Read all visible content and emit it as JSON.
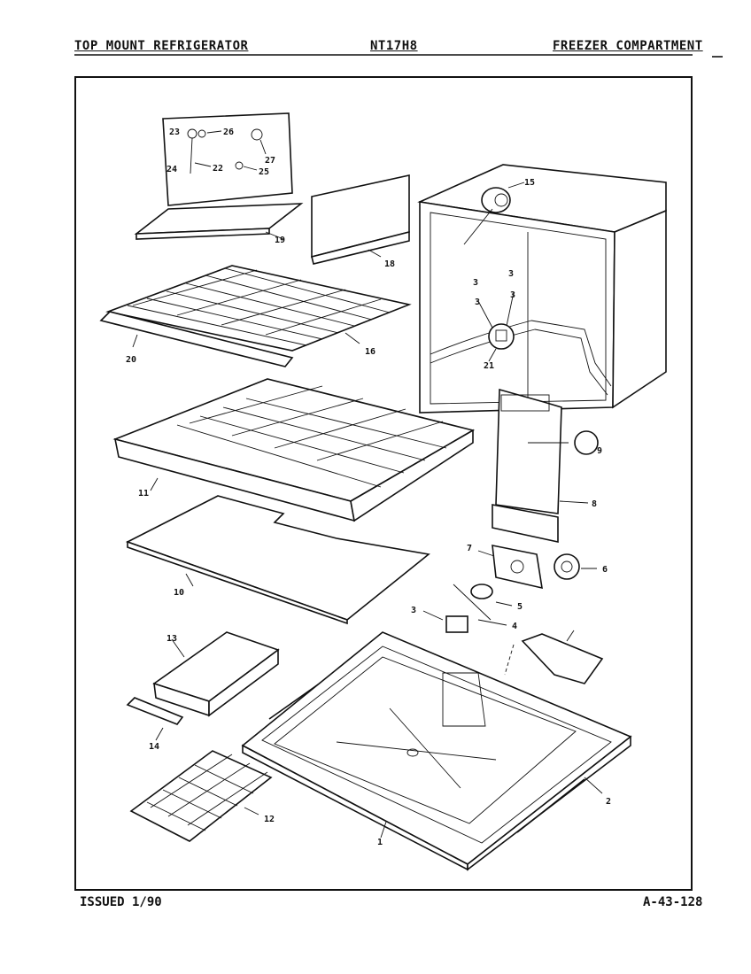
{
  "header": {
    "left": "TOP MOUNT REFRIGERATOR",
    "center": "NT17H8",
    "right": "FREEZER COMPARTMENT"
  },
  "footer": {
    "issued": "ISSUED 1/90",
    "doc_number": "A-43-128"
  },
  "parts": {
    "p1": "1",
    "p2": "2",
    "p3": "3",
    "p4": "4",
    "p5": "5",
    "p6": "6",
    "p7": "7",
    "p8": "8",
    "p9": "9",
    "p10": "10",
    "p11": "11",
    "p12": "12",
    "p13": "13",
    "p14": "14",
    "p15": "15",
    "p16": "16",
    "p18": "18",
    "p19": "19",
    "p20": "20",
    "p21": "21",
    "p22": "22",
    "p23": "23",
    "p24": "24",
    "p25": "25",
    "p26": "26",
    "p27": "27"
  }
}
